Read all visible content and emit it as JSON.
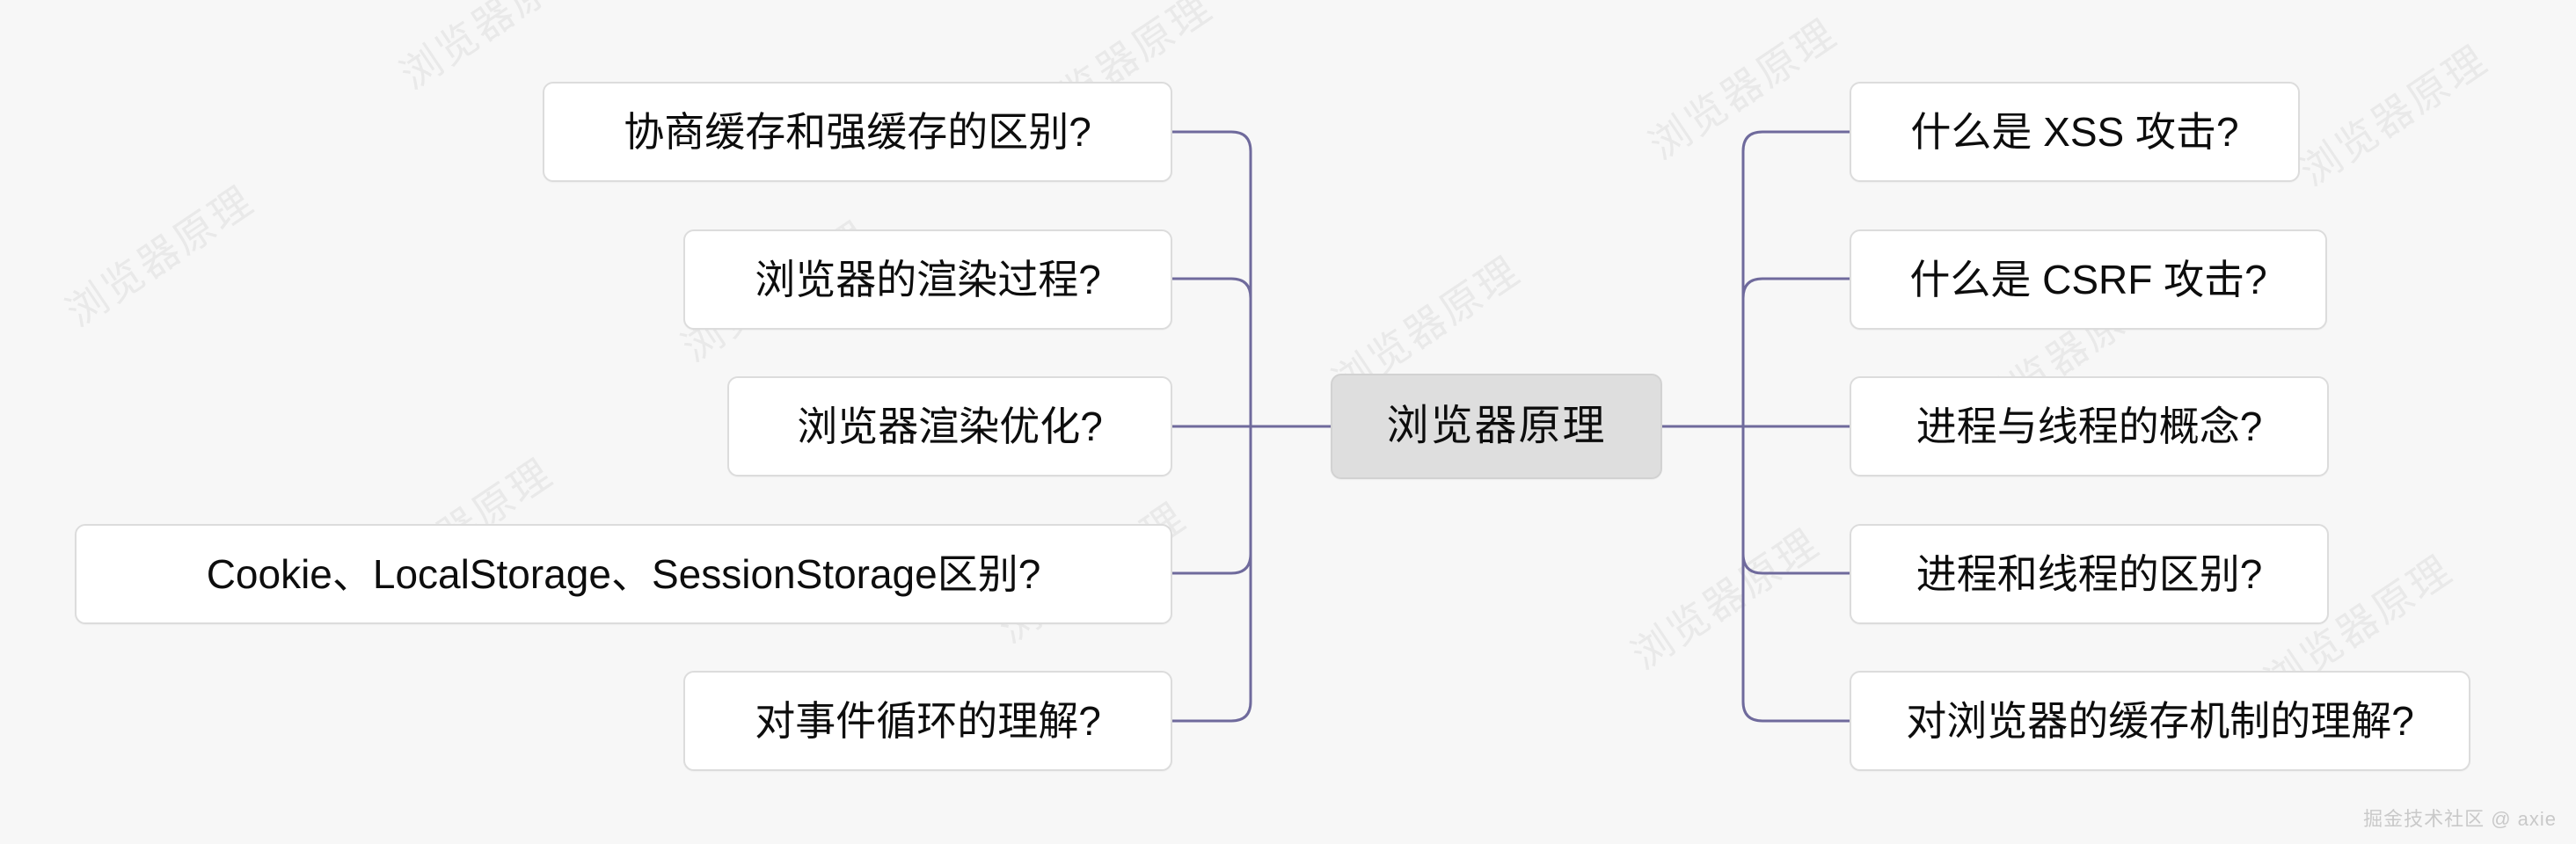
{
  "diagram": {
    "type": "mindmap",
    "background_color": "#f7f7f7",
    "connector_color": "#6f6a9c",
    "root": {
      "label": "浏览器原理",
      "background_color": "#dedede"
    },
    "branches": {
      "left": {
        "side": "left",
        "nodes": [
          {
            "label": "协商缓存和强缓存的区别?"
          },
          {
            "label": "浏览器的渲染过程?"
          },
          {
            "label": "浏览器渲染优化?"
          },
          {
            "label": "Cookie、LocalStorage、SessionStorage区别?"
          },
          {
            "label": "对事件循环的理解?"
          }
        ]
      },
      "right": {
        "side": "right",
        "nodes": [
          {
            "label": "什么是 XSS 攻击?"
          },
          {
            "label": "什么是 CSRF 攻击?"
          },
          {
            "label": "进程与线程的概念?"
          },
          {
            "label": "进程和线程的区别?"
          },
          {
            "label": "对浏览器的缓存机制的理解?"
          }
        ]
      }
    }
  },
  "watermark": {
    "text": "浏览器原理",
    "color": "#e9e9e9"
  },
  "credit": {
    "text": "掘金技术社区 @ axie"
  }
}
